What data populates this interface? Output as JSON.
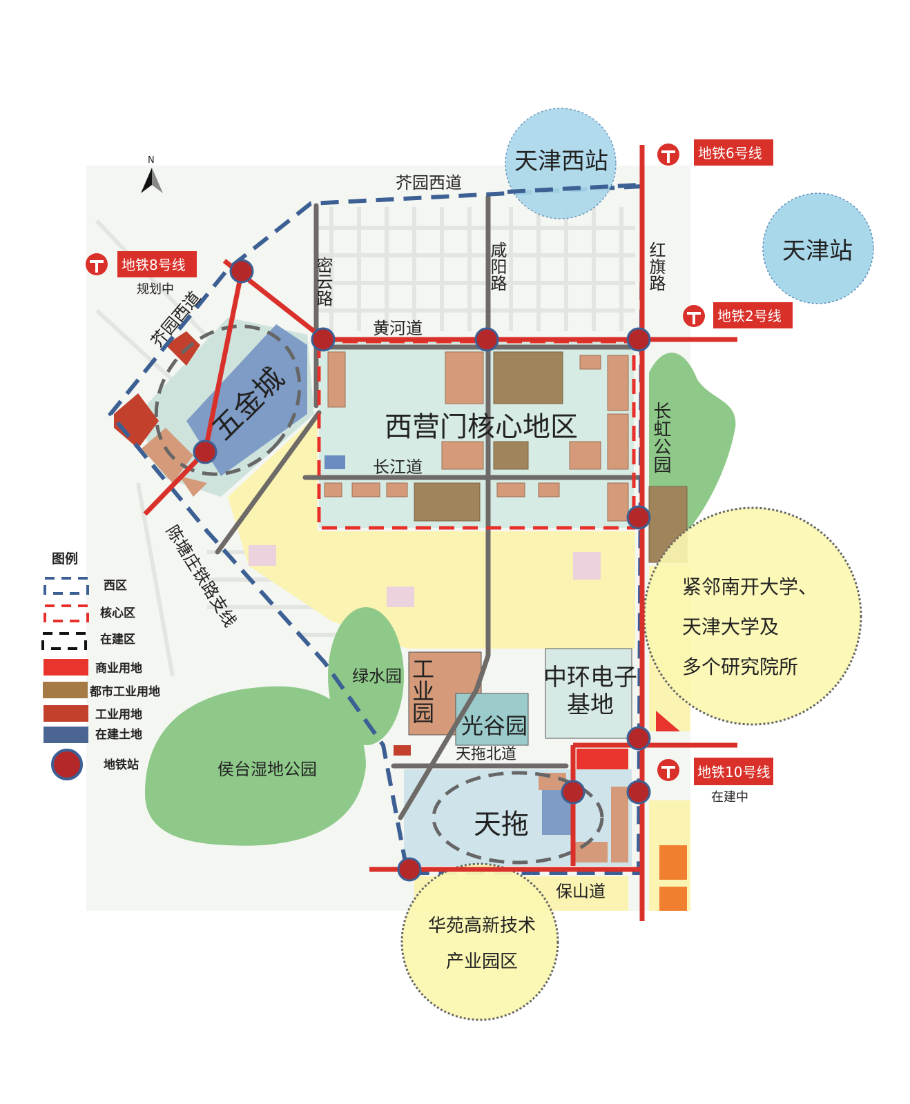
{
  "north": "N",
  "stations_big": {
    "tianjin_west": "天津西站",
    "tianjin": "天津站"
  },
  "metro": {
    "line6": "地铁6号线",
    "line8": "地铁8号线",
    "line8_status": "规划中",
    "line2": "地铁2号线",
    "line10": "地铁10号线",
    "line10_status": "在建中"
  },
  "roads": {
    "jieyuan_xidao_top": "芥园西道",
    "jieyuan_xidao_left": "芥园西道",
    "miyun": "密云路",
    "xianyang": "咸阳路",
    "hongqi": "红旗路",
    "huanghe": "黄河道",
    "changjiang": "长江道",
    "tiantuo_beidao": "天拖北道",
    "baoshan": "保山道",
    "chentangzhuang": "陈塘庄铁路支线"
  },
  "areas": {
    "wujincheng": "五金城",
    "core": "西营门核心地区",
    "changhong_park": "长虹公园",
    "lvshui": "绿水园",
    "industrial_park": "工业园",
    "guanggu": "光谷园",
    "zhonghuan": "中环电子基地",
    "houtai": "侯台湿地公园",
    "tiantuo": "天拖"
  },
  "callouts": {
    "universities": [
      "紧邻南开大学、",
      "天津大学及",
      "多个研究院所"
    ],
    "huayuan": [
      "华苑高新技术",
      "产业园区"
    ]
  },
  "legend": {
    "title": "图例",
    "items": [
      {
        "label": "西区",
        "kind": "dash",
        "color": "#3c5f94"
      },
      {
        "label": "核心区",
        "kind": "dash",
        "color": "#e8302a"
      },
      {
        "label": "在建区",
        "kind": "dash",
        "color": "#111111"
      },
      {
        "label": "商业用地",
        "kind": "fill",
        "color": "#e8342c"
      },
      {
        "label": "都市工业用地",
        "kind": "fill",
        "color": "#a57a45"
      },
      {
        "label": "工业用地",
        "kind": "fill",
        "color": "#c2402c"
      },
      {
        "label": "在建土地",
        "kind": "fill",
        "color": "#4a6592"
      },
      {
        "label": "地铁站",
        "kind": "station",
        "color": "#b5282a"
      }
    ]
  }
}
